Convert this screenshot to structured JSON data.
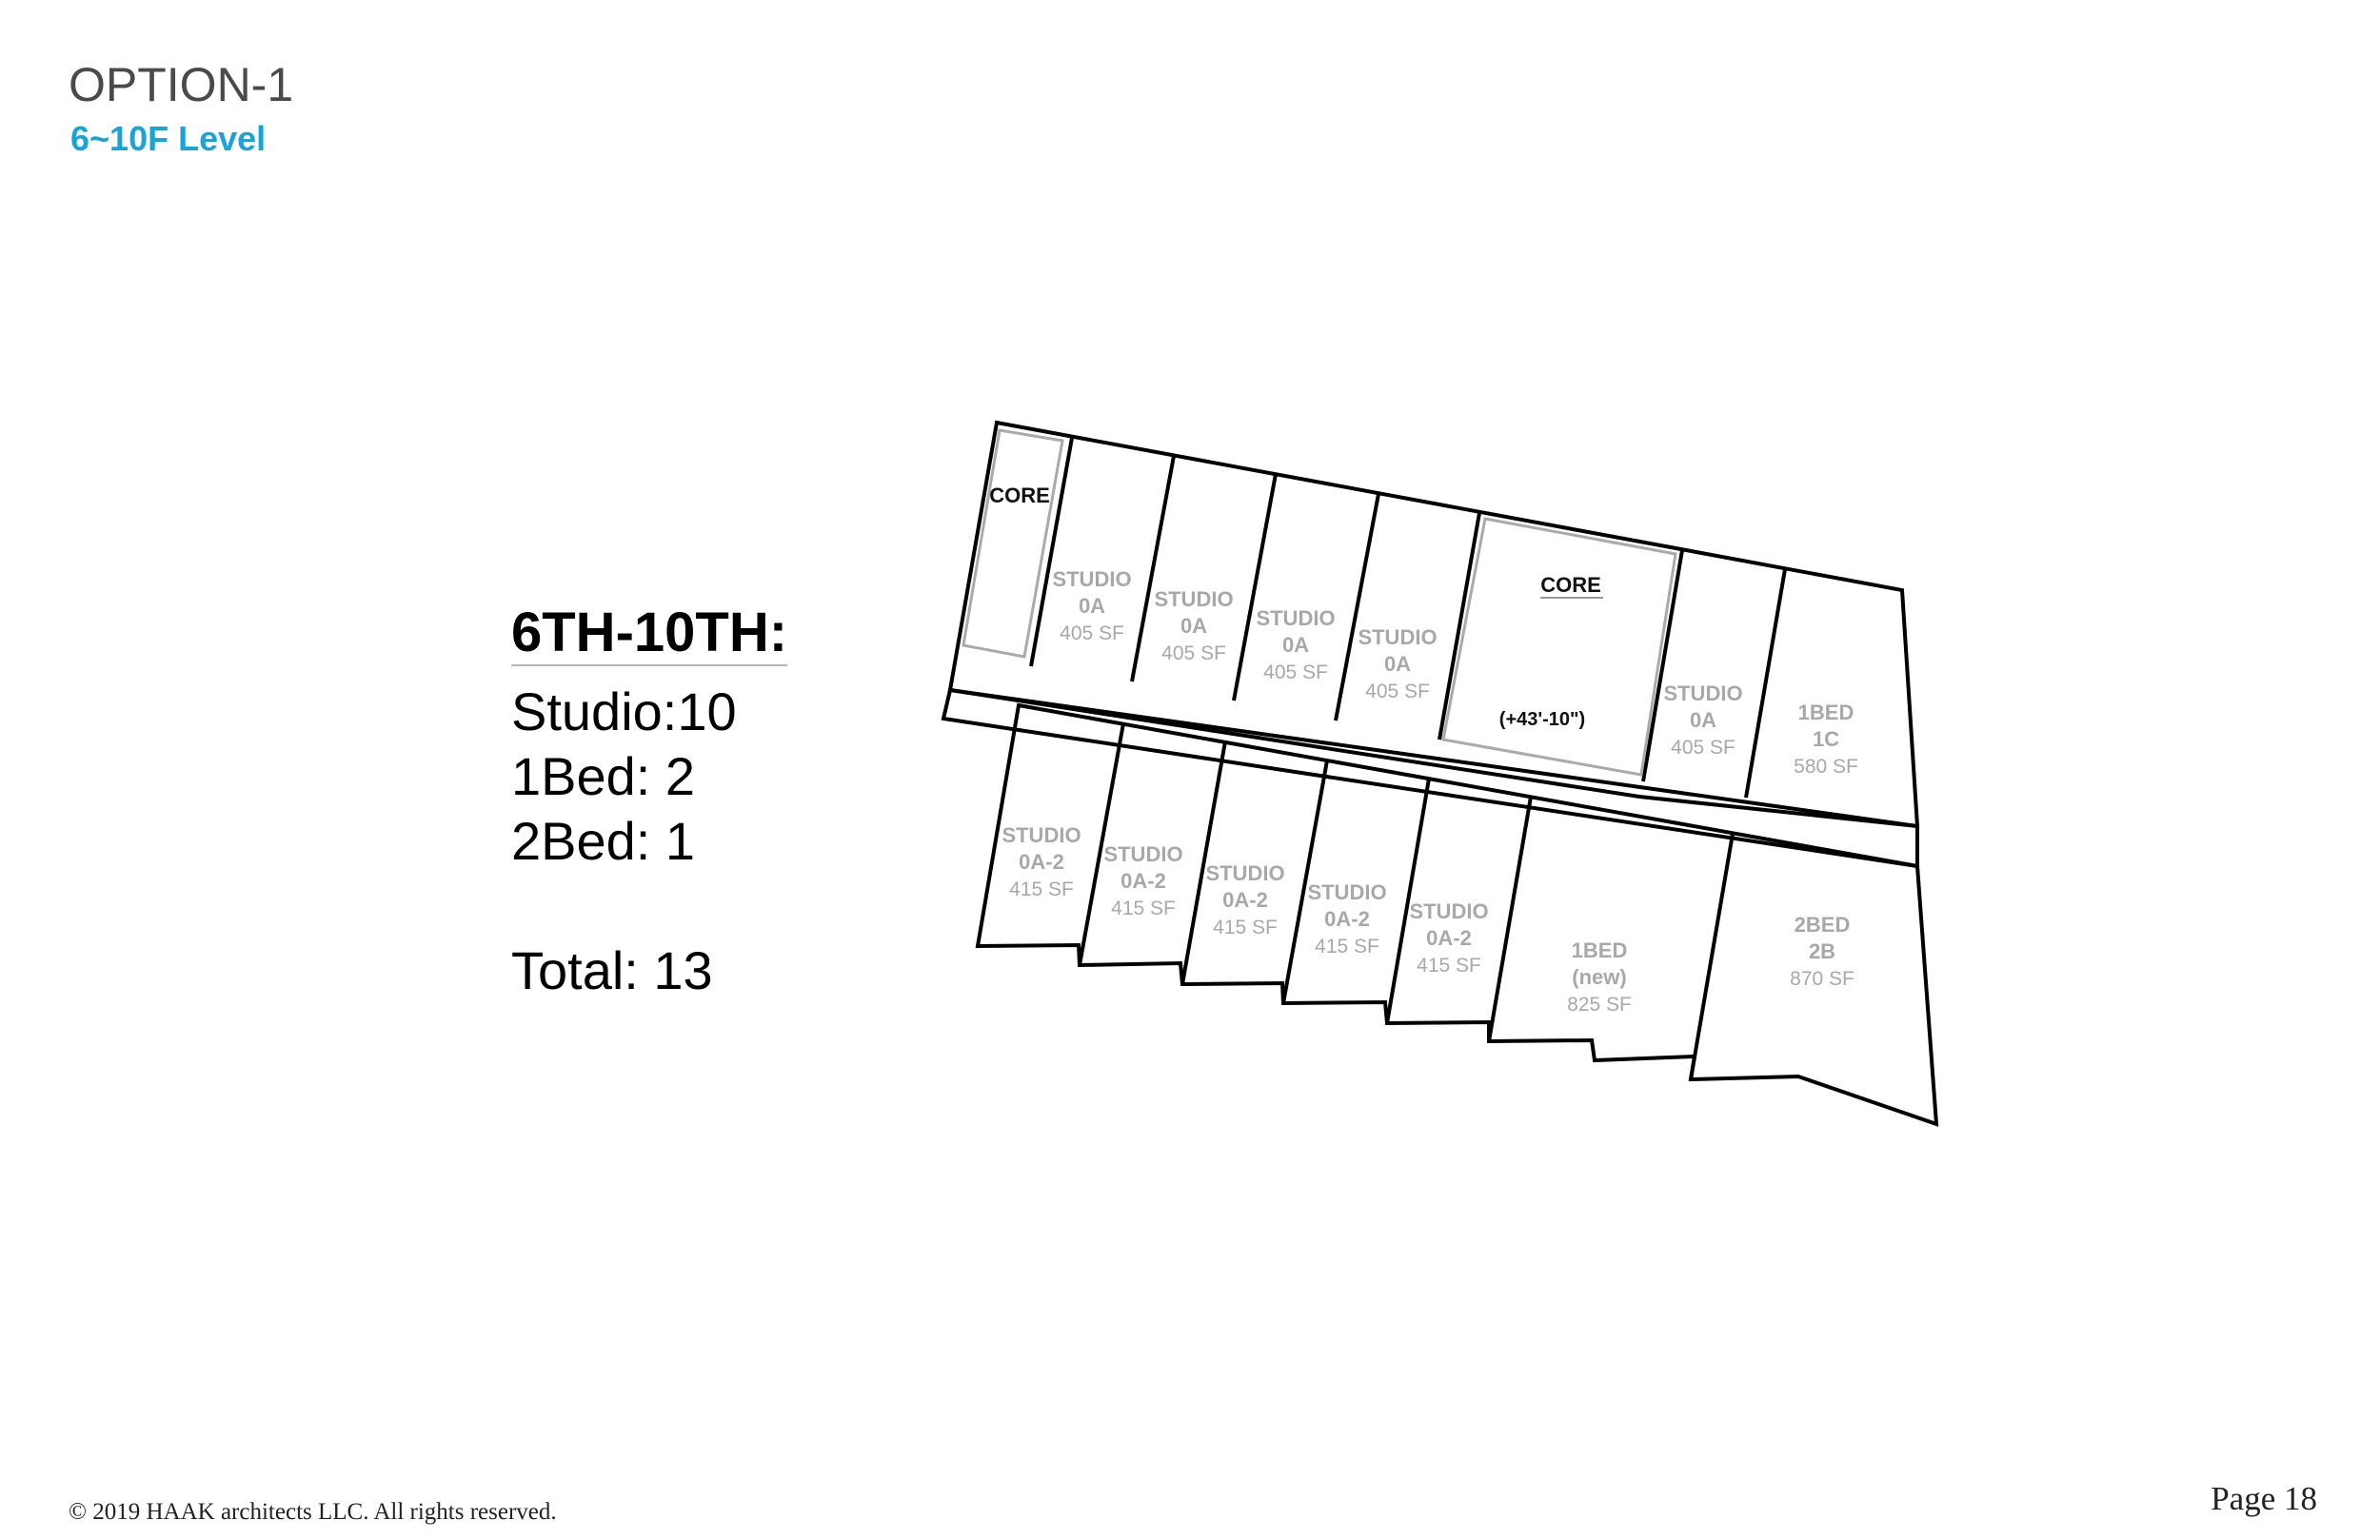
{
  "header": {
    "title": "OPTION-1",
    "subtitle": "6~10F Level"
  },
  "summary": {
    "heading": "6TH-10TH:",
    "studio": "Studio:10",
    "one_bed": "1Bed: 2",
    "two_bed": "2Bed: 1",
    "total": "Total: 13"
  },
  "plan": {
    "cores": {
      "left": "CORE",
      "center": "CORE",
      "center_dim": "(+43'-10\")"
    },
    "north_units": [
      {
        "l1": "STUDIO",
        "l2": "0A",
        "area": "405 SF"
      },
      {
        "l1": "STUDIO",
        "l2": "0A",
        "area": "405 SF"
      },
      {
        "l1": "STUDIO",
        "l2": "0A",
        "area": "405 SF"
      },
      {
        "l1": "STUDIO",
        "l2": "0A",
        "area": "405 SF"
      },
      {
        "l1": "STUDIO",
        "l2": "0A",
        "area": "405 SF"
      },
      {
        "l1": "1BED",
        "l2": "1C",
        "area": "580 SF"
      }
    ],
    "south_units": [
      {
        "l1": "STUDIO",
        "l2": "0A-2",
        "area": "415 SF"
      },
      {
        "l1": "STUDIO",
        "l2": "0A-2",
        "area": "415 SF"
      },
      {
        "l1": "STUDIO",
        "l2": "0A-2",
        "area": "415 SF"
      },
      {
        "l1": "STUDIO",
        "l2": "0A-2",
        "area": "415 SF"
      },
      {
        "l1": "STUDIO",
        "l2": "0A-2",
        "area": "415 SF"
      },
      {
        "l1": "1BED",
        "l2": "(new)",
        "area": "825 SF"
      },
      {
        "l1": "2BED",
        "l2": "2B",
        "area": "870 SF"
      }
    ]
  },
  "footer": {
    "copyright": "© 2019 HAAK architects LLC. All rights reserved.",
    "page": "Page 18"
  }
}
